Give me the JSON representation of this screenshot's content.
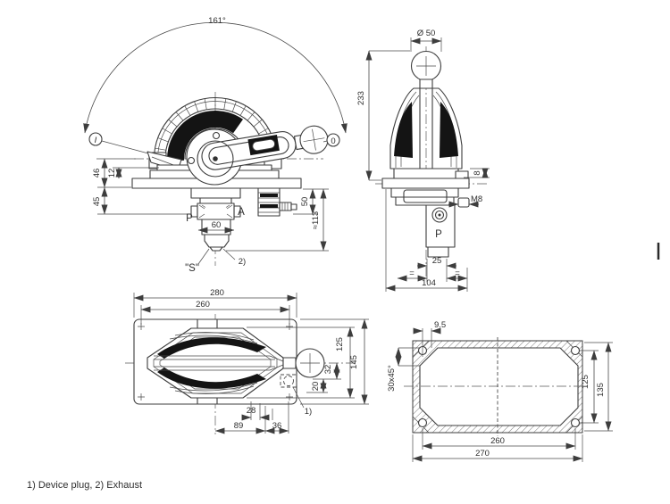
{
  "footer": {
    "note": "1) Device plug, 2) Exhaust"
  },
  "front": {
    "angle": "161°",
    "marker_left": "I",
    "marker_right": "0",
    "dim_46": "46",
    "dim_12": "12",
    "dim_45": "45",
    "dim_50": "50",
    "dim_113": "≈113",
    "dim_60": "60",
    "port_p": "P",
    "port_a": "A",
    "port_s": "\"S\"",
    "ref_exhaust": "2)"
  },
  "side": {
    "dim_dia": "Ø 50",
    "dim_height": "233",
    "dim_8": "8",
    "thread": "M8",
    "dim_25": "25",
    "eq_left": "=",
    "eq_right": "=",
    "dim_104": "104",
    "port_p": "P"
  },
  "top": {
    "dim_280": "280",
    "dim_260": "260",
    "dim_145": "145",
    "dim_125": "125",
    "dim_32": "32",
    "dim_20": "20",
    "dim_28": "28",
    "dim_89": "89",
    "dim_36": "36",
    "ref_plug": "1)"
  },
  "cutout": {
    "dim_offset": "9.5",
    "dim_chamfer": "30x45°",
    "dim_125": "125",
    "dim_135": "135",
    "dim_260": "260",
    "dim_270": "270"
  }
}
